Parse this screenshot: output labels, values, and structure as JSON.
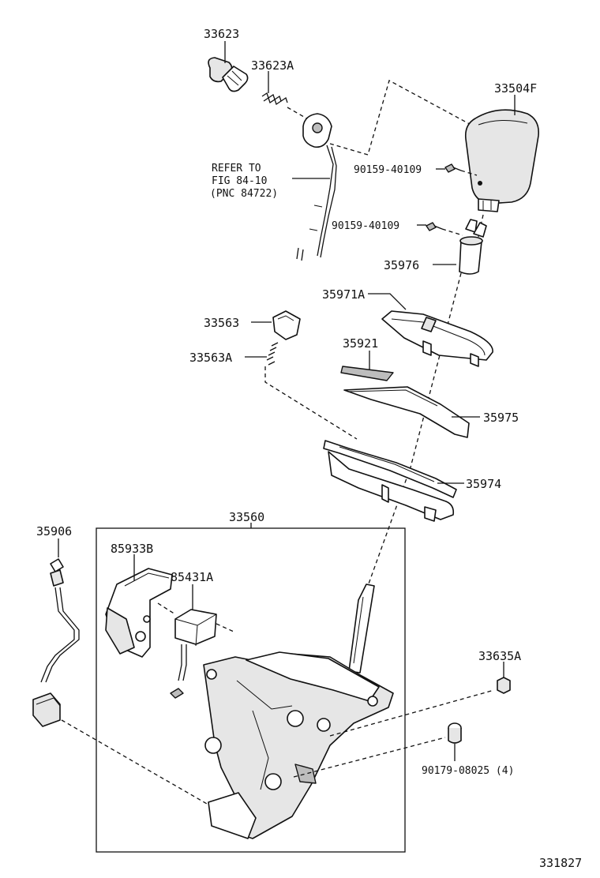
{
  "diagram_id": "331827",
  "refer_note": {
    "line1": "REFER TO",
    "line2": "FIG 84-10",
    "line3": "(PNC 84722)"
  },
  "labels": {
    "p33623": "33623",
    "p33623A": "33623A",
    "p33504F": "33504F",
    "p90159_a": "90159-40109",
    "p90159_b": "90159-40109",
    "p35976": "35976",
    "p35971A": "35971A",
    "p33563": "33563",
    "p33563A": "33563A",
    "p35921": "35921",
    "p35975": "35975",
    "p35974": "35974",
    "p33560": "33560",
    "p35906": "35906",
    "p85933B": "85933B",
    "p85431A": "85431A",
    "p33635A": "33635A",
    "p90179": "90179-08025 (4)"
  }
}
